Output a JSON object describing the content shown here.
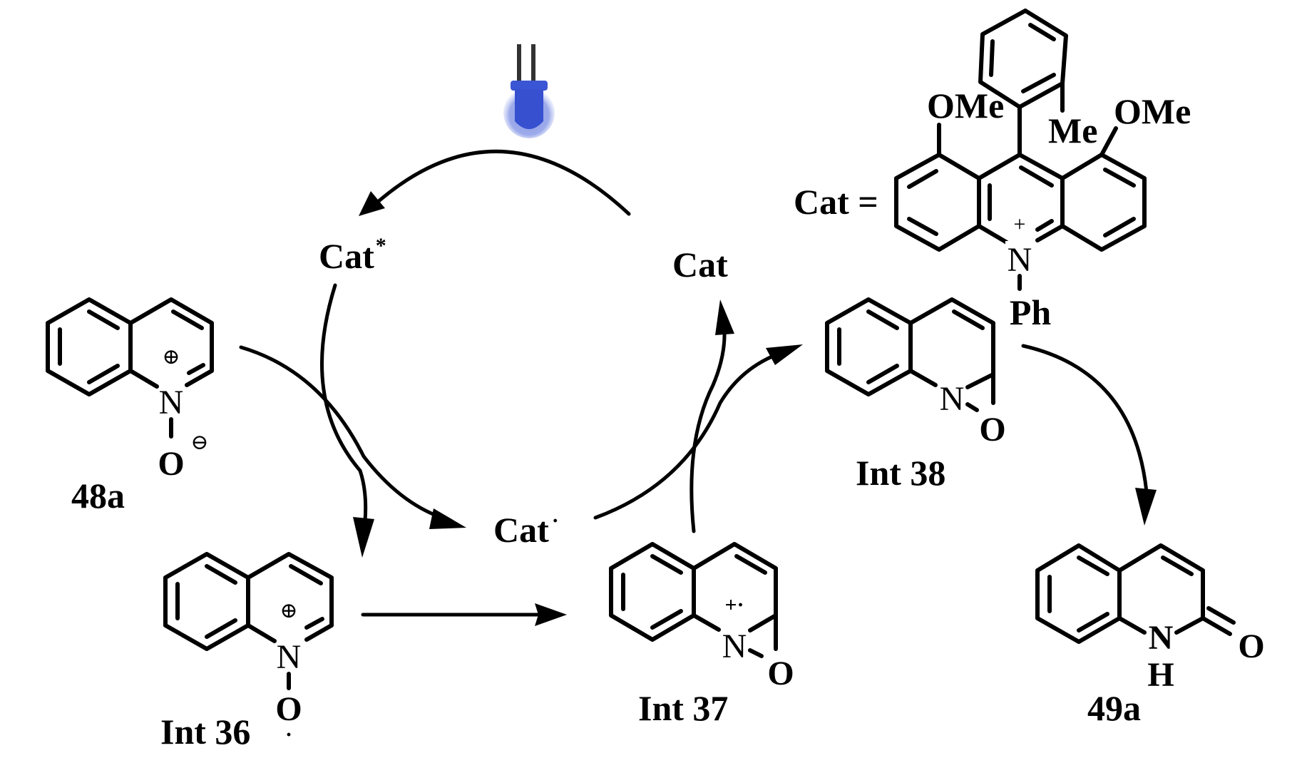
{
  "scheme": {
    "light_source": {
      "icon": "blue-led-icon",
      "color": "#3a55d6"
    },
    "cycle_species": {
      "cat_excited": {
        "text": "Cat",
        "superscript": "*"
      },
      "cat_ground": {
        "text": "Cat"
      },
      "cat_radical": {
        "text": "Cat",
        "superscript": "·"
      }
    },
    "catalyst_definition": {
      "prefix": "Cat =",
      "substituents": {
        "ome_left": "OMe",
        "ome_right": "OMe",
        "methyl": "Me",
        "n_substituent": "Ph"
      },
      "atoms": {
        "nitrogen": "N",
        "charge": "+"
      }
    },
    "compounds": [
      {
        "id": "48a",
        "label": "48a",
        "n": "N",
        "o": "O",
        "n_charge": "⊕",
        "o_charge": "⊖"
      },
      {
        "id": "int36",
        "label": "Int 36",
        "n": "N",
        "o": "O",
        "n_charge": "⊕",
        "o_radical": "·"
      },
      {
        "id": "int37",
        "label": "Int 37",
        "n": "N",
        "o": "O",
        "n_charge": "+·"
      },
      {
        "id": "int38",
        "label": "Int 38",
        "n": "N",
        "o": "O"
      },
      {
        "id": "49a",
        "label": "49a",
        "n": "N",
        "h": "H",
        "o": "O"
      }
    ]
  }
}
